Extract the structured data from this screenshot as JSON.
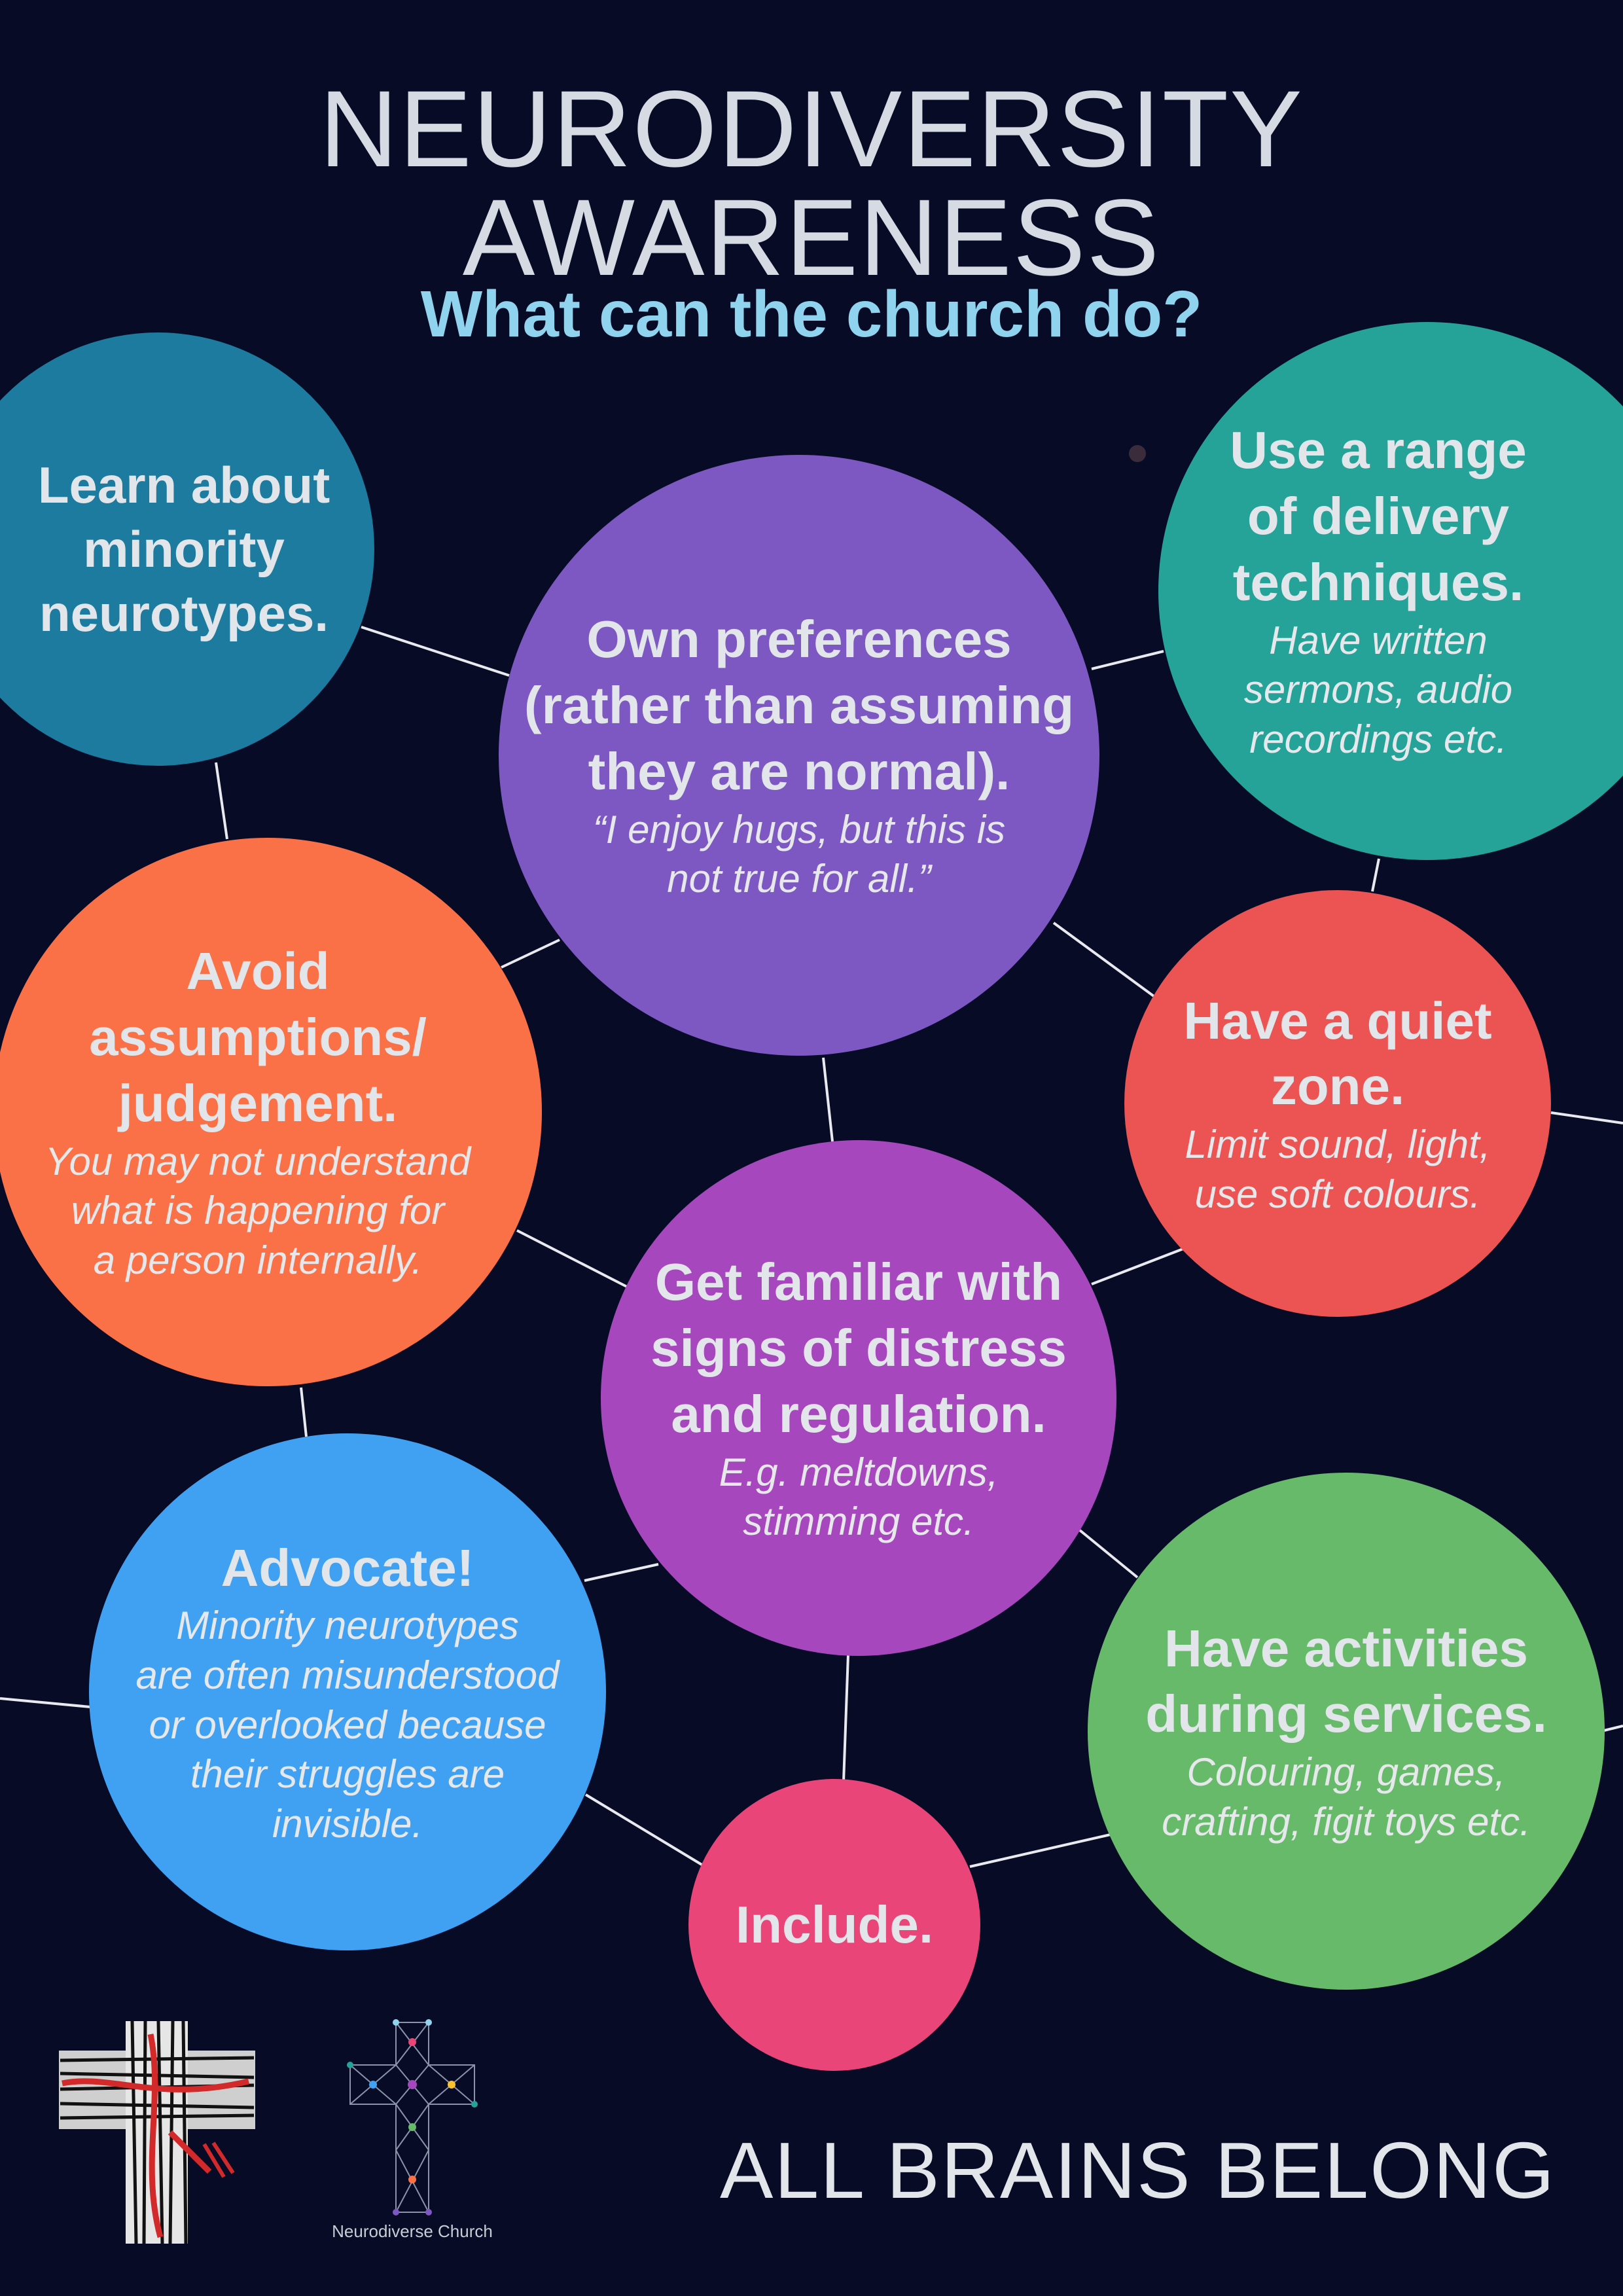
{
  "title": "NEURODIVERSITY AWARENESS",
  "subtitle": "What can the church do?",
  "colors": {
    "background": "#070b26",
    "title": "#d5dae3",
    "subtitle": "#8fd3ee",
    "learn": "#1c7b9e",
    "own": "#7d57c2",
    "delivery": "#25a398",
    "avoid": "#fb7147",
    "quiet": "#eb5452",
    "familiar": "#a747bd",
    "advocate": "#40a1f3",
    "activities": "#66ba6a",
    "include": "#e94578"
  },
  "bubbles": {
    "learn": {
      "heading": "Learn about\nminority\nneurotypes.",
      "note": ""
    },
    "delivery": {
      "heading": "Use a range\nof delivery\ntechniques.",
      "note": "Have written\nsermons, audio\nrecordings etc."
    },
    "own": {
      "heading": "Own preferences\n(rather than assuming\nthey are normal).",
      "note": "“I enjoy hugs, but this is\nnot true for all.”"
    },
    "avoid": {
      "heading": "Avoid\nassumptions/\njudgement.",
      "note": "You may not understand\nwhat is happening for\na person internally."
    },
    "quiet": {
      "heading": "Have a quiet\nzone.",
      "note": "Limit sound, light,\nuse soft colours."
    },
    "familiar": {
      "heading": "Get familiar with\nsigns of distress\nand regulation.",
      "note": "E.g. meltdowns,\nstimming etc."
    },
    "advocate": {
      "heading": "Advocate!",
      "note": "Minority neurotypes\nare often misunderstood\nor overlooked because\ntheir struggles are\ninvisible."
    },
    "activities": {
      "heading": "Have activities\nduring services.",
      "note": "Colouring, games,\ncrafting, figit toys etc."
    },
    "include": {
      "heading": "Include.",
      "note": ""
    }
  },
  "tagline": "ALL BRAINS BELONG",
  "logos": [
    {
      "icon": "painted-cross-logo",
      "label": ""
    },
    {
      "icon": "network-cross-logo",
      "label": "Neurodiverse Church"
    }
  ]
}
